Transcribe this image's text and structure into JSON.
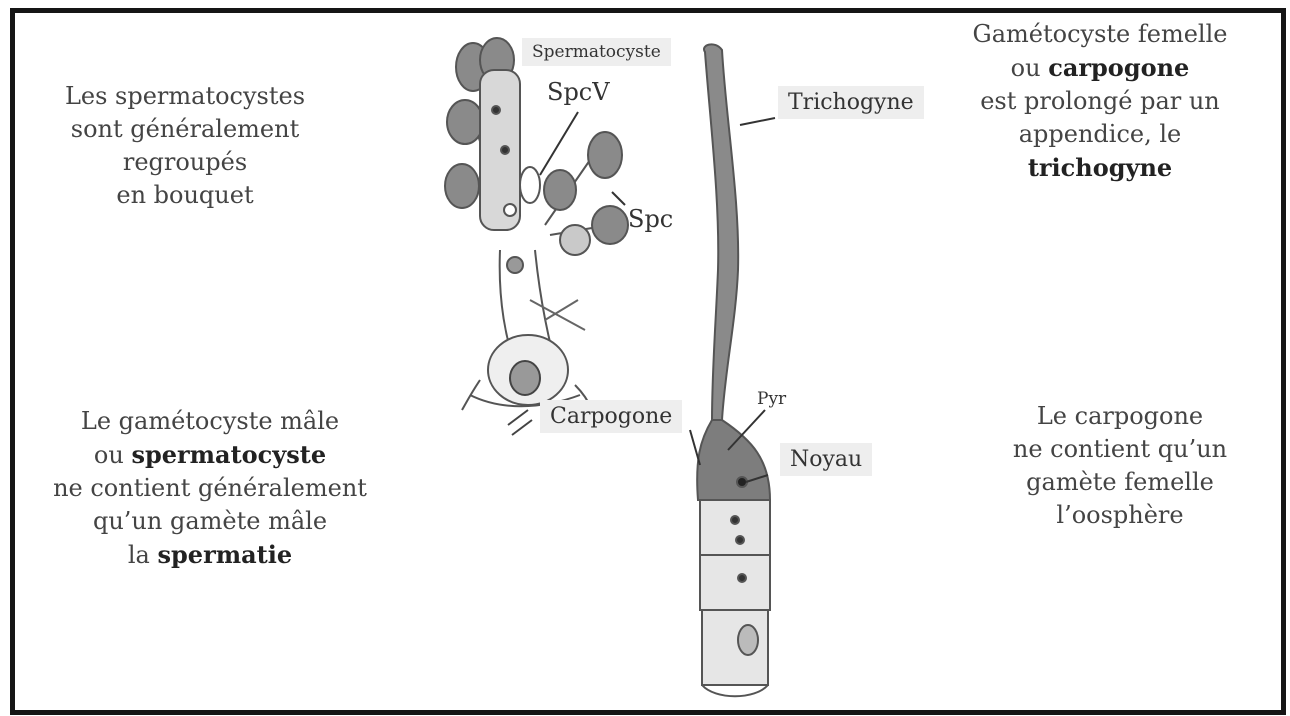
{
  "notes": {
    "top_left": [
      "Les spermatocystes",
      "sont généralement",
      "regroupés",
      "en bouquet"
    ],
    "top_right": {
      "l1": "Gamétocyste femelle",
      "l2_pre": "ou ",
      "l2_bold": "carpogone",
      "l3": "est prolongé par un",
      "l4": "appendice, le",
      "l5_bold": "trichogyne"
    },
    "bottom_left": {
      "l1": "Le gamétocyste mâle",
      "l2_pre": "ou ",
      "l2_bold": "spermatocyste",
      "l3": "ne contient généralement",
      "l4": "qu’un gamète mâle",
      "l5_pre": "la ",
      "l5_bold": "spermatie"
    },
    "bottom_right": [
      "Le carpogone",
      "ne contient qu’un",
      "gamète femelle",
      "l’oosphère"
    ]
  },
  "labels": {
    "spermatocyste": "Spermatocyste",
    "spcv": "SpcV",
    "spc": "Spc",
    "trichogyne": "Trichogyne",
    "carpogone": "Carpogone",
    "pyr": "Pyr",
    "noyau": "Noyau"
  },
  "colors": {
    "frame": "#151515",
    "cell_dark": "#8a8a8a",
    "cell_light": "#c9c9c9",
    "outline": "#555555"
  }
}
